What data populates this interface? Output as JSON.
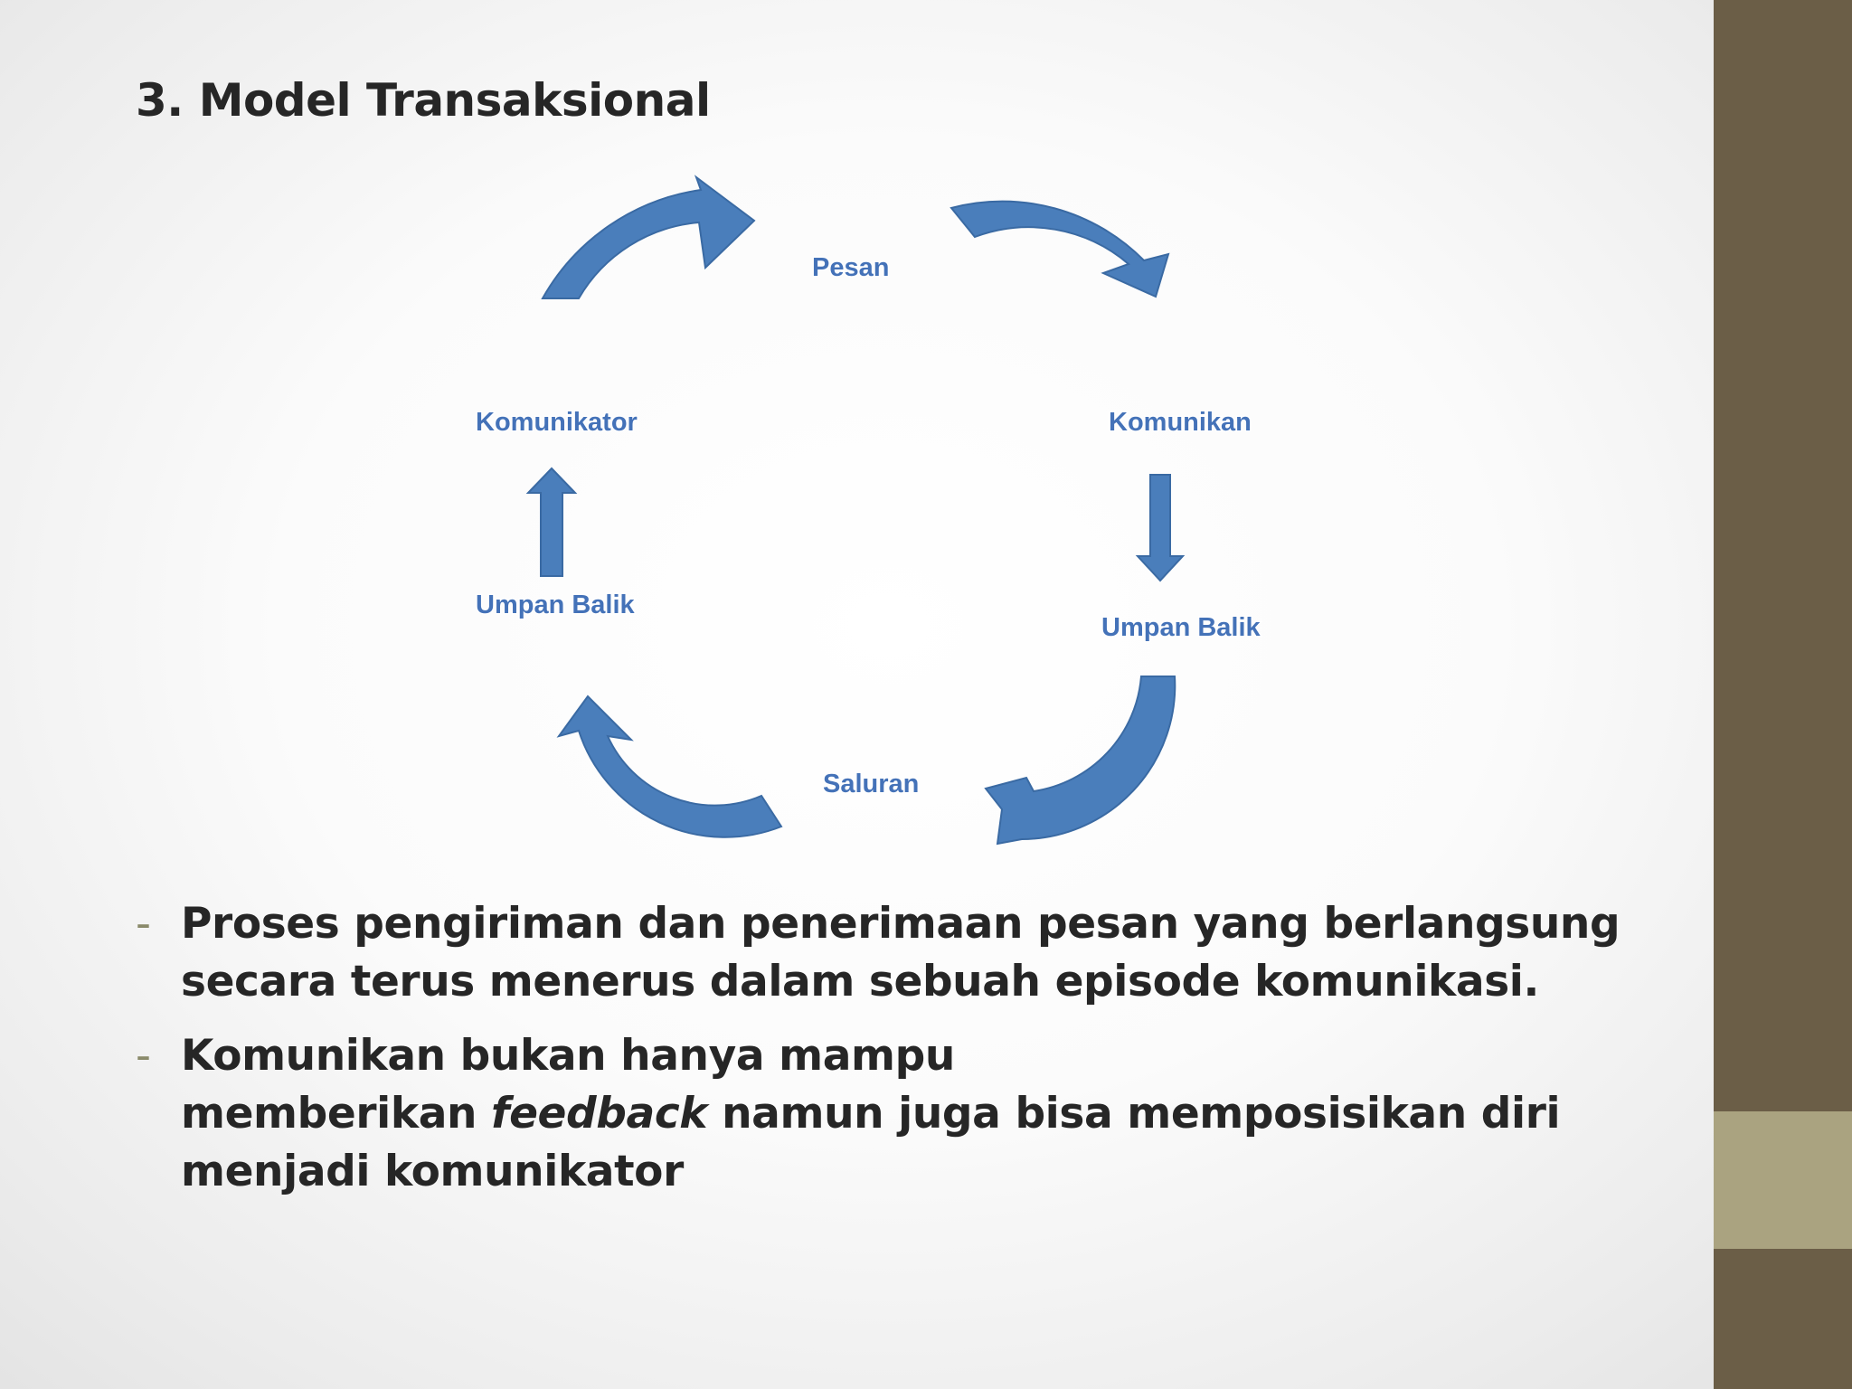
{
  "slide": {
    "title": "3. Model Transaksional"
  },
  "diagram": {
    "labels": {
      "pesan": "Pesan",
      "komunikator": "Komunikator",
      "komunikan": "Komunikan",
      "umpan_balik_left": "Umpan Balik",
      "umpan_balik_right": "Umpan Balik",
      "saluran": "Saluran"
    },
    "arrow_color": "#4a7ebb"
  },
  "bullets": [
    {
      "marker": "-",
      "text": "Proses pengiriman dan penerimaan pesan yang berlangsung secara terus menerus dalam sebuah episode komunikasi."
    },
    {
      "marker": "-",
      "text_before": "Komunikan bukan hanya mampu",
      "text_line2_start": "memberikan ",
      "emphasis": "feedback",
      "text_after": " namun juga bisa memposisikan diri menjadi komunikator"
    }
  ],
  "colors": {
    "sidebar": "#6b5e47",
    "sidebar_accent": "#aaa380",
    "text": "#262626"
  }
}
